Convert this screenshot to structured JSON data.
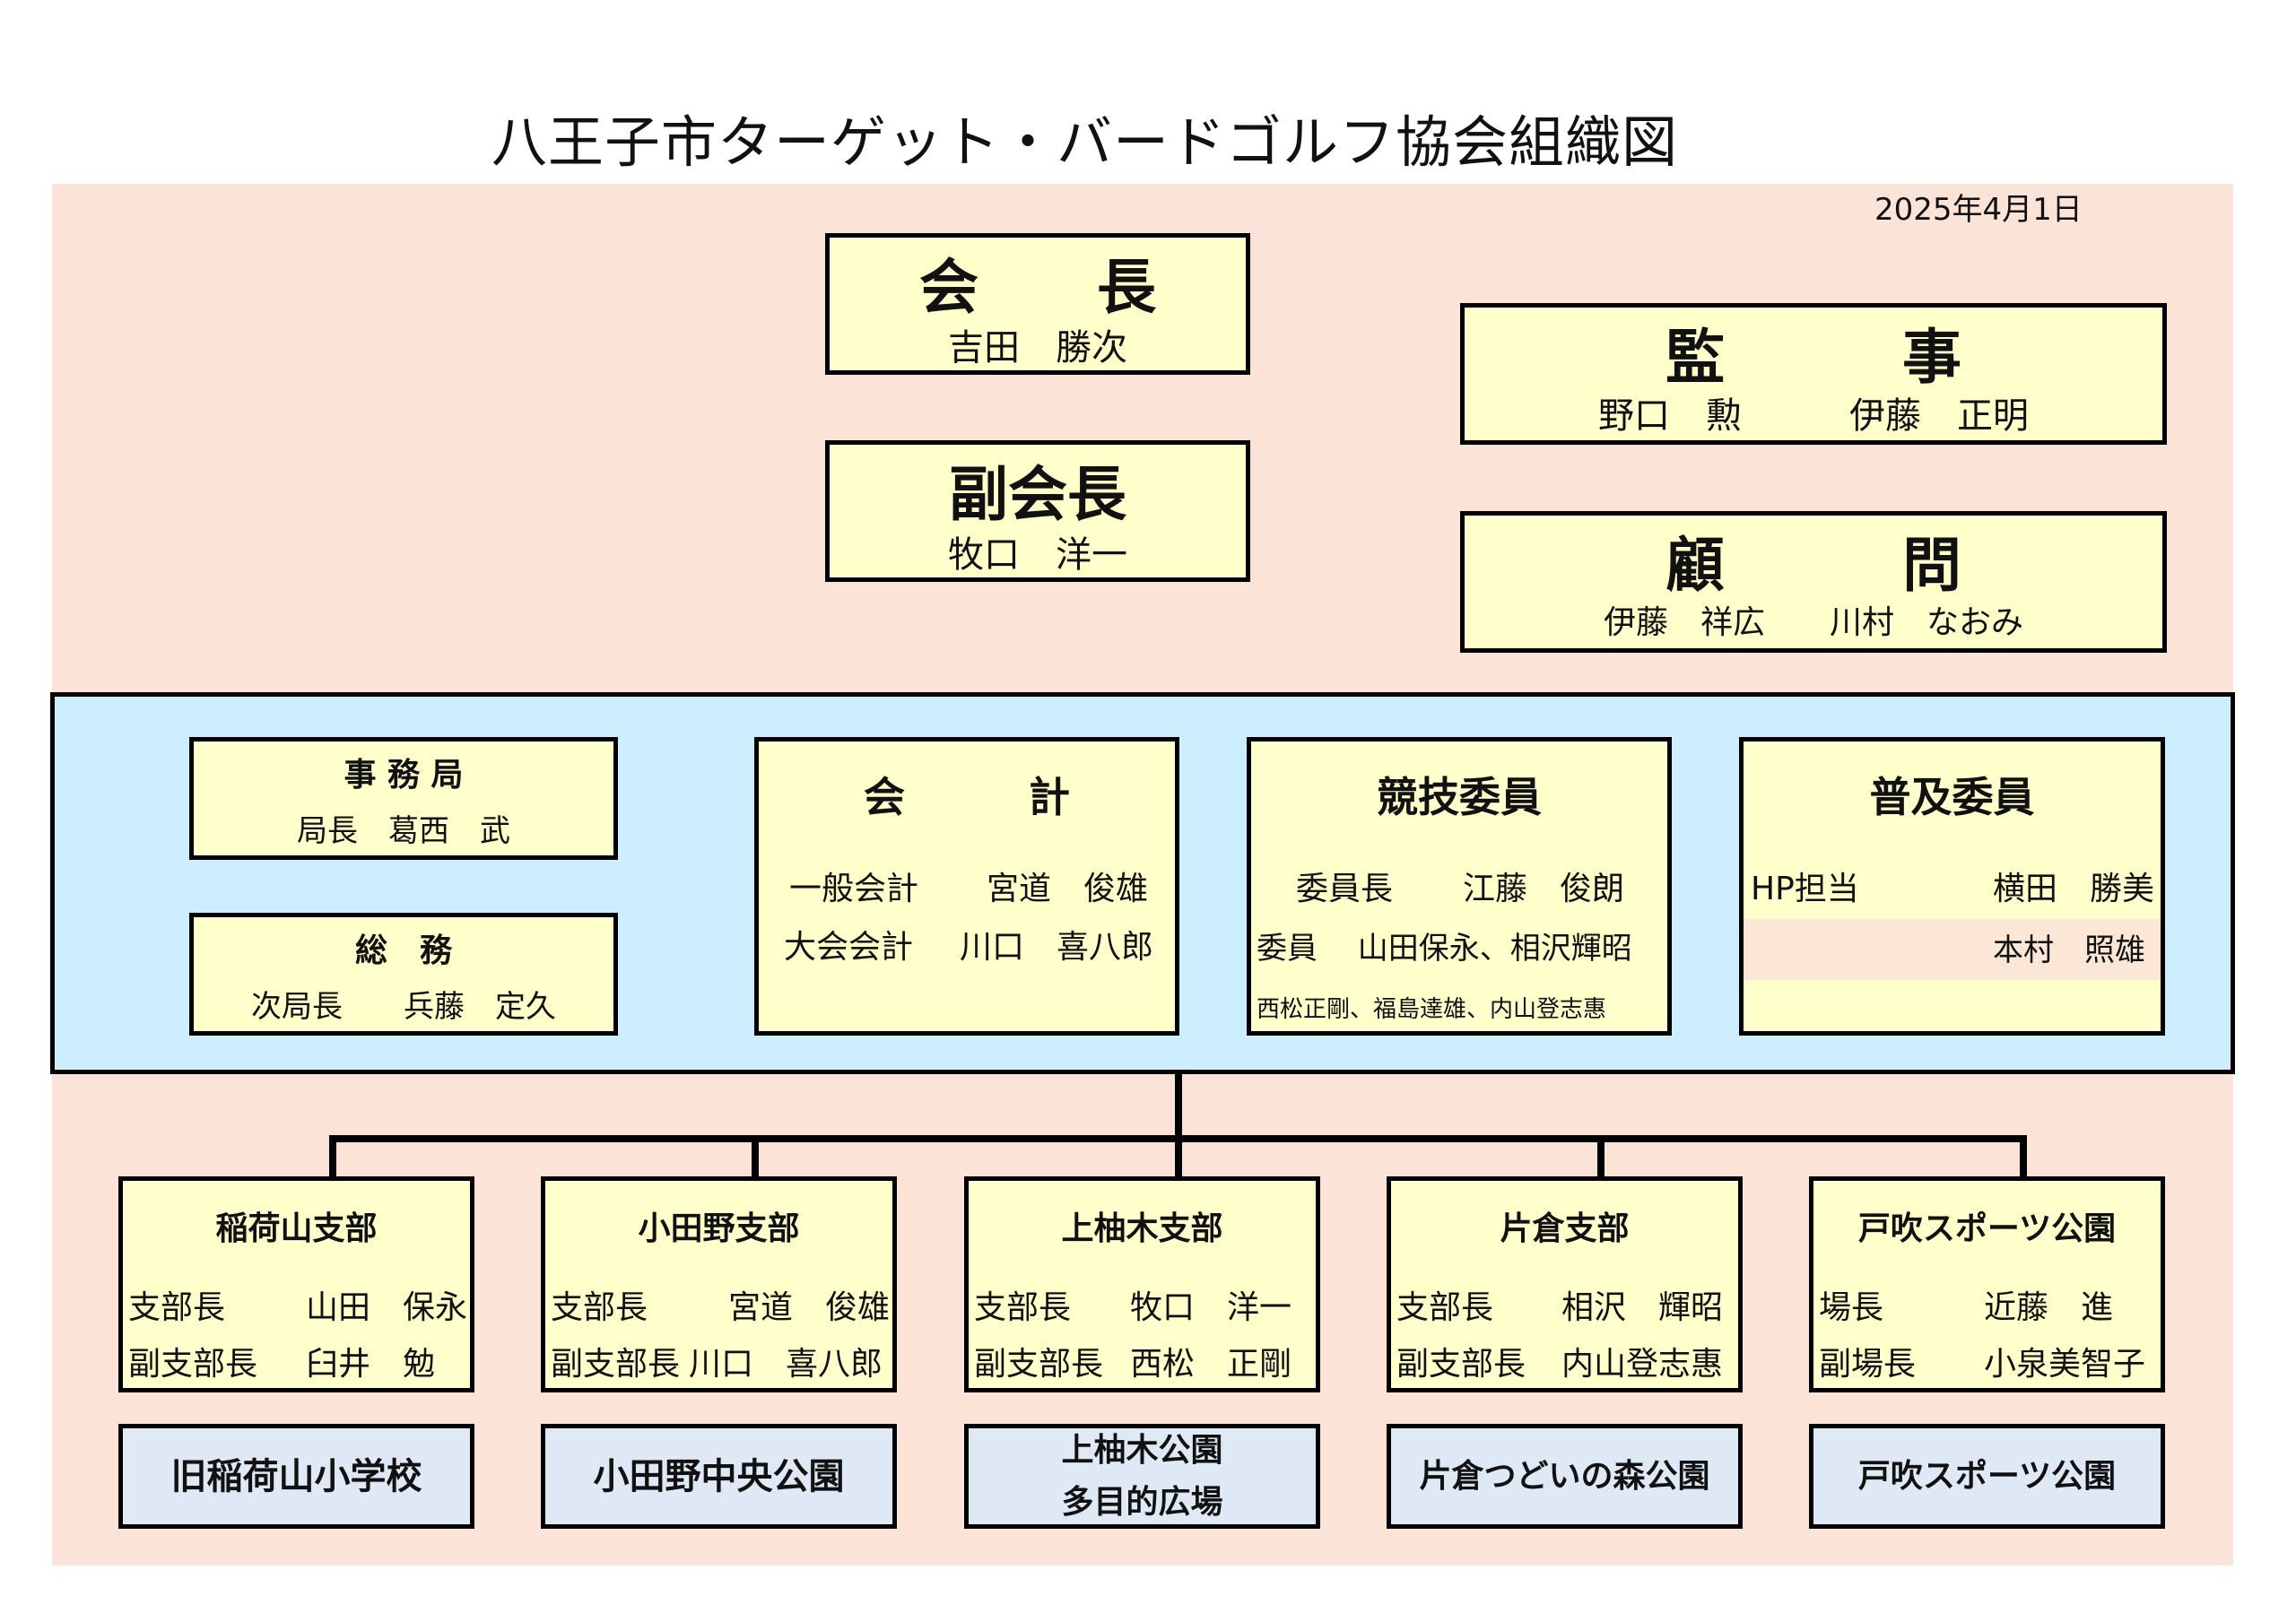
{
  "title": "八王子市ターゲット・バードゴルフ協会組織図",
  "date": "2025年4月1日",
  "president": {
    "heading": "会　　長",
    "name": "吉田　勝次"
  },
  "vice_president": {
    "heading": "副会長",
    "name": "牧口　洋一"
  },
  "auditor": {
    "heading": "監　　　事",
    "names": "野口　勲　　　伊藤　正明"
  },
  "advisor": {
    "heading": "顧　　　問",
    "names": "伊藤　祥広　　川村　なおみ"
  },
  "secretariat": {
    "heading": "事 務 局",
    "line": "局長　葛西　武"
  },
  "general_affairs": {
    "heading": "総　務",
    "line": "次局長　　兵藤　定久"
  },
  "accounting": {
    "heading": "会　　　計",
    "rows": [
      {
        "role": "一般会計",
        "name": "宮道　俊雄"
      },
      {
        "role": "大会会計",
        "name": "川口　喜八郎"
      }
    ]
  },
  "competition": {
    "heading": "競技委員",
    "row1_role": "委員長",
    "row1_name": "江藤　俊朗",
    "row2": "委員　 山田保永、相沢輝昭",
    "row3": "西松正剛、福島達雄、内山登志惠"
  },
  "promotion": {
    "heading": "普及委員",
    "row1_role": "HP担当",
    "row1_name": "横田　勝美",
    "row2_name": "本村　照雄"
  },
  "branches": [
    {
      "name": "稲荷山支部",
      "role1": "支部長",
      "person1": "山田　保永",
      "role2": "副支部長",
      "person2": "臼井　勉",
      "venue": [
        "旧稲荷山小学校"
      ]
    },
    {
      "name": "小田野支部",
      "role1": "支部長",
      "person1": "宮道　俊雄",
      "role2": "副支部長",
      "person2": "川口　喜八郎",
      "venue": [
        "小田野中央公園"
      ]
    },
    {
      "name": "上柚木支部",
      "role1": "支部長",
      "person1": "牧口　洋一",
      "role2": "副支部長",
      "person2": "西松　正剛",
      "venue": [
        "上柚木公園",
        "多目的広場"
      ]
    },
    {
      "name": "片倉支部",
      "role1": "支部長",
      "person1": "相沢　輝昭",
      "role2": "副支部長",
      "person2": "内山登志惠",
      "venue": [
        "片倉つどいの森公園"
      ]
    },
    {
      "name": "戸吹スポーツ公園",
      "role1": "場長",
      "person1": "近藤　進",
      "role2": "副場長",
      "person2": "小泉美智子",
      "venue": [
        "戸吹スポーツ公園"
      ]
    }
  ]
}
